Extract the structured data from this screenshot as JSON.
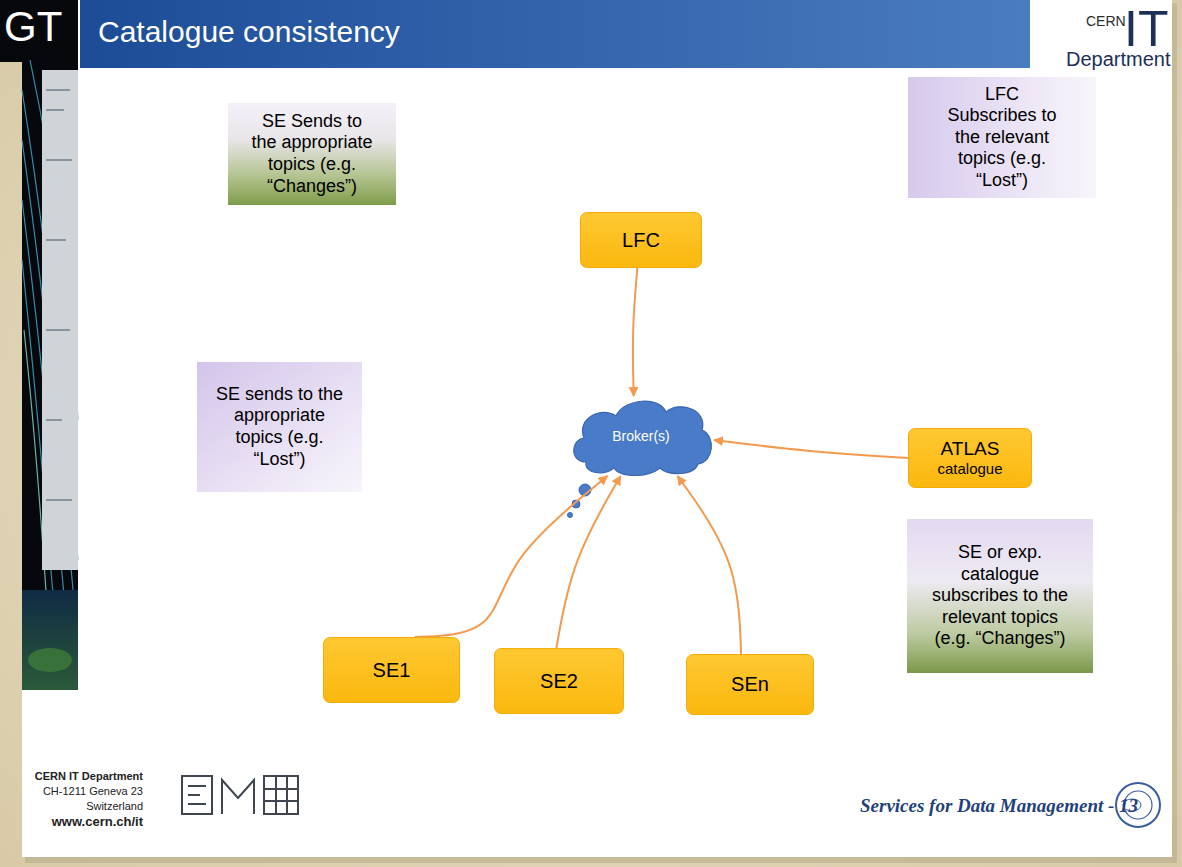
{
  "diagram": {
    "title": "Catalogue consistency",
    "nodes": [
      {
        "text": [
          "SE Sends to the appropriate topics (e.g. “Changes”)"
        ]
      },
      {
        "text": [
          "LFC"
        ]
      },
      {
        "text": [
          "LFC Subscribes to the relevant topics (e.g. “Lost”)"
        ]
      },
      {
        "text": [
          "SE sends to the appropriate topics (e.g. “Lost”)"
        ]
      },
      {
        "text": [
          "Broker(s)"
        ]
      },
      {
        "text": [
          "ATLAS",
          "catalogue"
        ]
      },
      {
        "text": [
          "SE or exp. catalogue subscribes to the relevant topics (e.g. “Changes”)"
        ]
      },
      {
        "text": [
          "SE1"
        ]
      },
      {
        "text": [
          "SE2"
        ]
      },
      {
        "text": [
          "SEn"
        ]
      }
    ],
    "edges": [
      {
        "from": 1,
        "to": 4,
        "arrow": "to"
      },
      {
        "from": 5,
        "to": 4,
        "arrow": "to"
      },
      {
        "from": 7,
        "to": 4,
        "arrow": "to"
      },
      {
        "from": 8,
        "to": 4,
        "arrow": "to"
      },
      {
        "from": 9,
        "to": 4,
        "arrow": "to"
      }
    ],
    "labels": [
      "GT",
      "CERN",
      "IT",
      "Department",
      "CERN IT Department",
      "CH-1211 Geneva 23",
      "Switzerland",
      "www.cern.ch/it",
      "Services for Data Management - 13"
    ]
  }
}
